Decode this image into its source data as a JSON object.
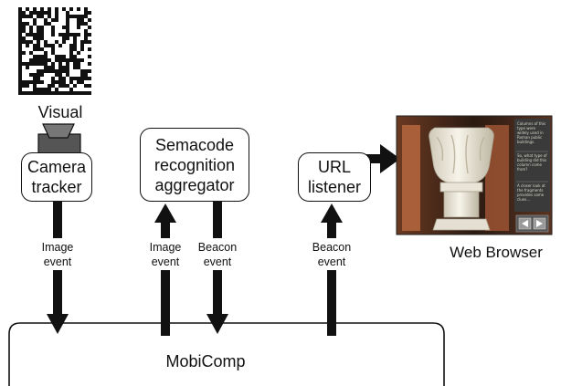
{
  "labels": {
    "visual": "Visual",
    "camera_tracker": "Camera\ntracker",
    "semacode_aggregator": "Semacode\nrecognition\naggregator",
    "url_listener": "URL\nlistener",
    "web_browser": "Web Browser",
    "mobicomp": "MobiComp",
    "image_event_left": "Image\nevent",
    "image_event_mid": "Image\nevent",
    "beacon_event_mid": "Beacon\nevent",
    "beacon_event_right": "Beacon\nevent"
  },
  "browser_screen": {
    "notes": [
      "Columns of this type were widely used in Roman public buildings.",
      "So, what type of building did this column come from?",
      "A closer look at the fragments provides some clues..."
    ]
  },
  "colors": {
    "line": "#111111",
    "browser_bg": "#2a1a14",
    "browser_panel": "#3a3a3a",
    "column": "#f0ede4"
  }
}
